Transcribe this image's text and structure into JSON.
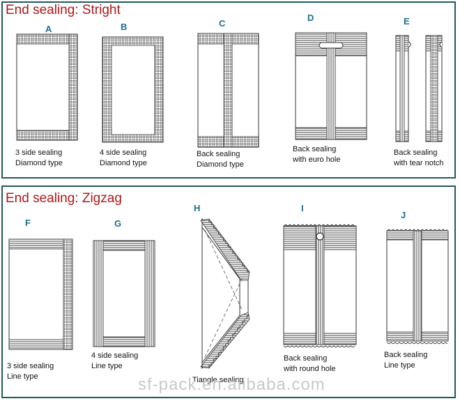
{
  "top_section": {
    "title": "End sealing: Stright",
    "items": [
      {
        "letter": "A",
        "line1": "3 side sealing",
        "line2": "Diamond type"
      },
      {
        "letter": "B",
        "line1": "4 side sealing",
        "line2": "Diamond type"
      },
      {
        "letter": "C",
        "line1": "Back sealing",
        "line2": "Diamond type"
      },
      {
        "letter": "D",
        "line1": "Back sealing",
        "line2": "with euro hole"
      },
      {
        "letter": "E",
        "line1": "Back sealing",
        "line2": "with tear notch"
      }
    ]
  },
  "bottom_section": {
    "title": "End sealing: Zigzag",
    "items": [
      {
        "letter": "F",
        "line1": "3 side sealing",
        "line2": "Line type"
      },
      {
        "letter": "G",
        "line1": "4 side sealing",
        "line2": "Line type"
      },
      {
        "letter": "H",
        "line1": "Tiangle sealing",
        "line2": ""
      },
      {
        "letter": "I",
        "line1": "Back sealing",
        "line2": "with round hole"
      },
      {
        "letter": "J",
        "line1": "Back sealing",
        "line2": "Line type"
      }
    ]
  },
  "watermark": "sf-pack.en.alibaba.com",
  "colors": {
    "title": "#b01818",
    "letter": "#1e6e8e",
    "border": "#1f5a5a",
    "seal": "#555555"
  }
}
